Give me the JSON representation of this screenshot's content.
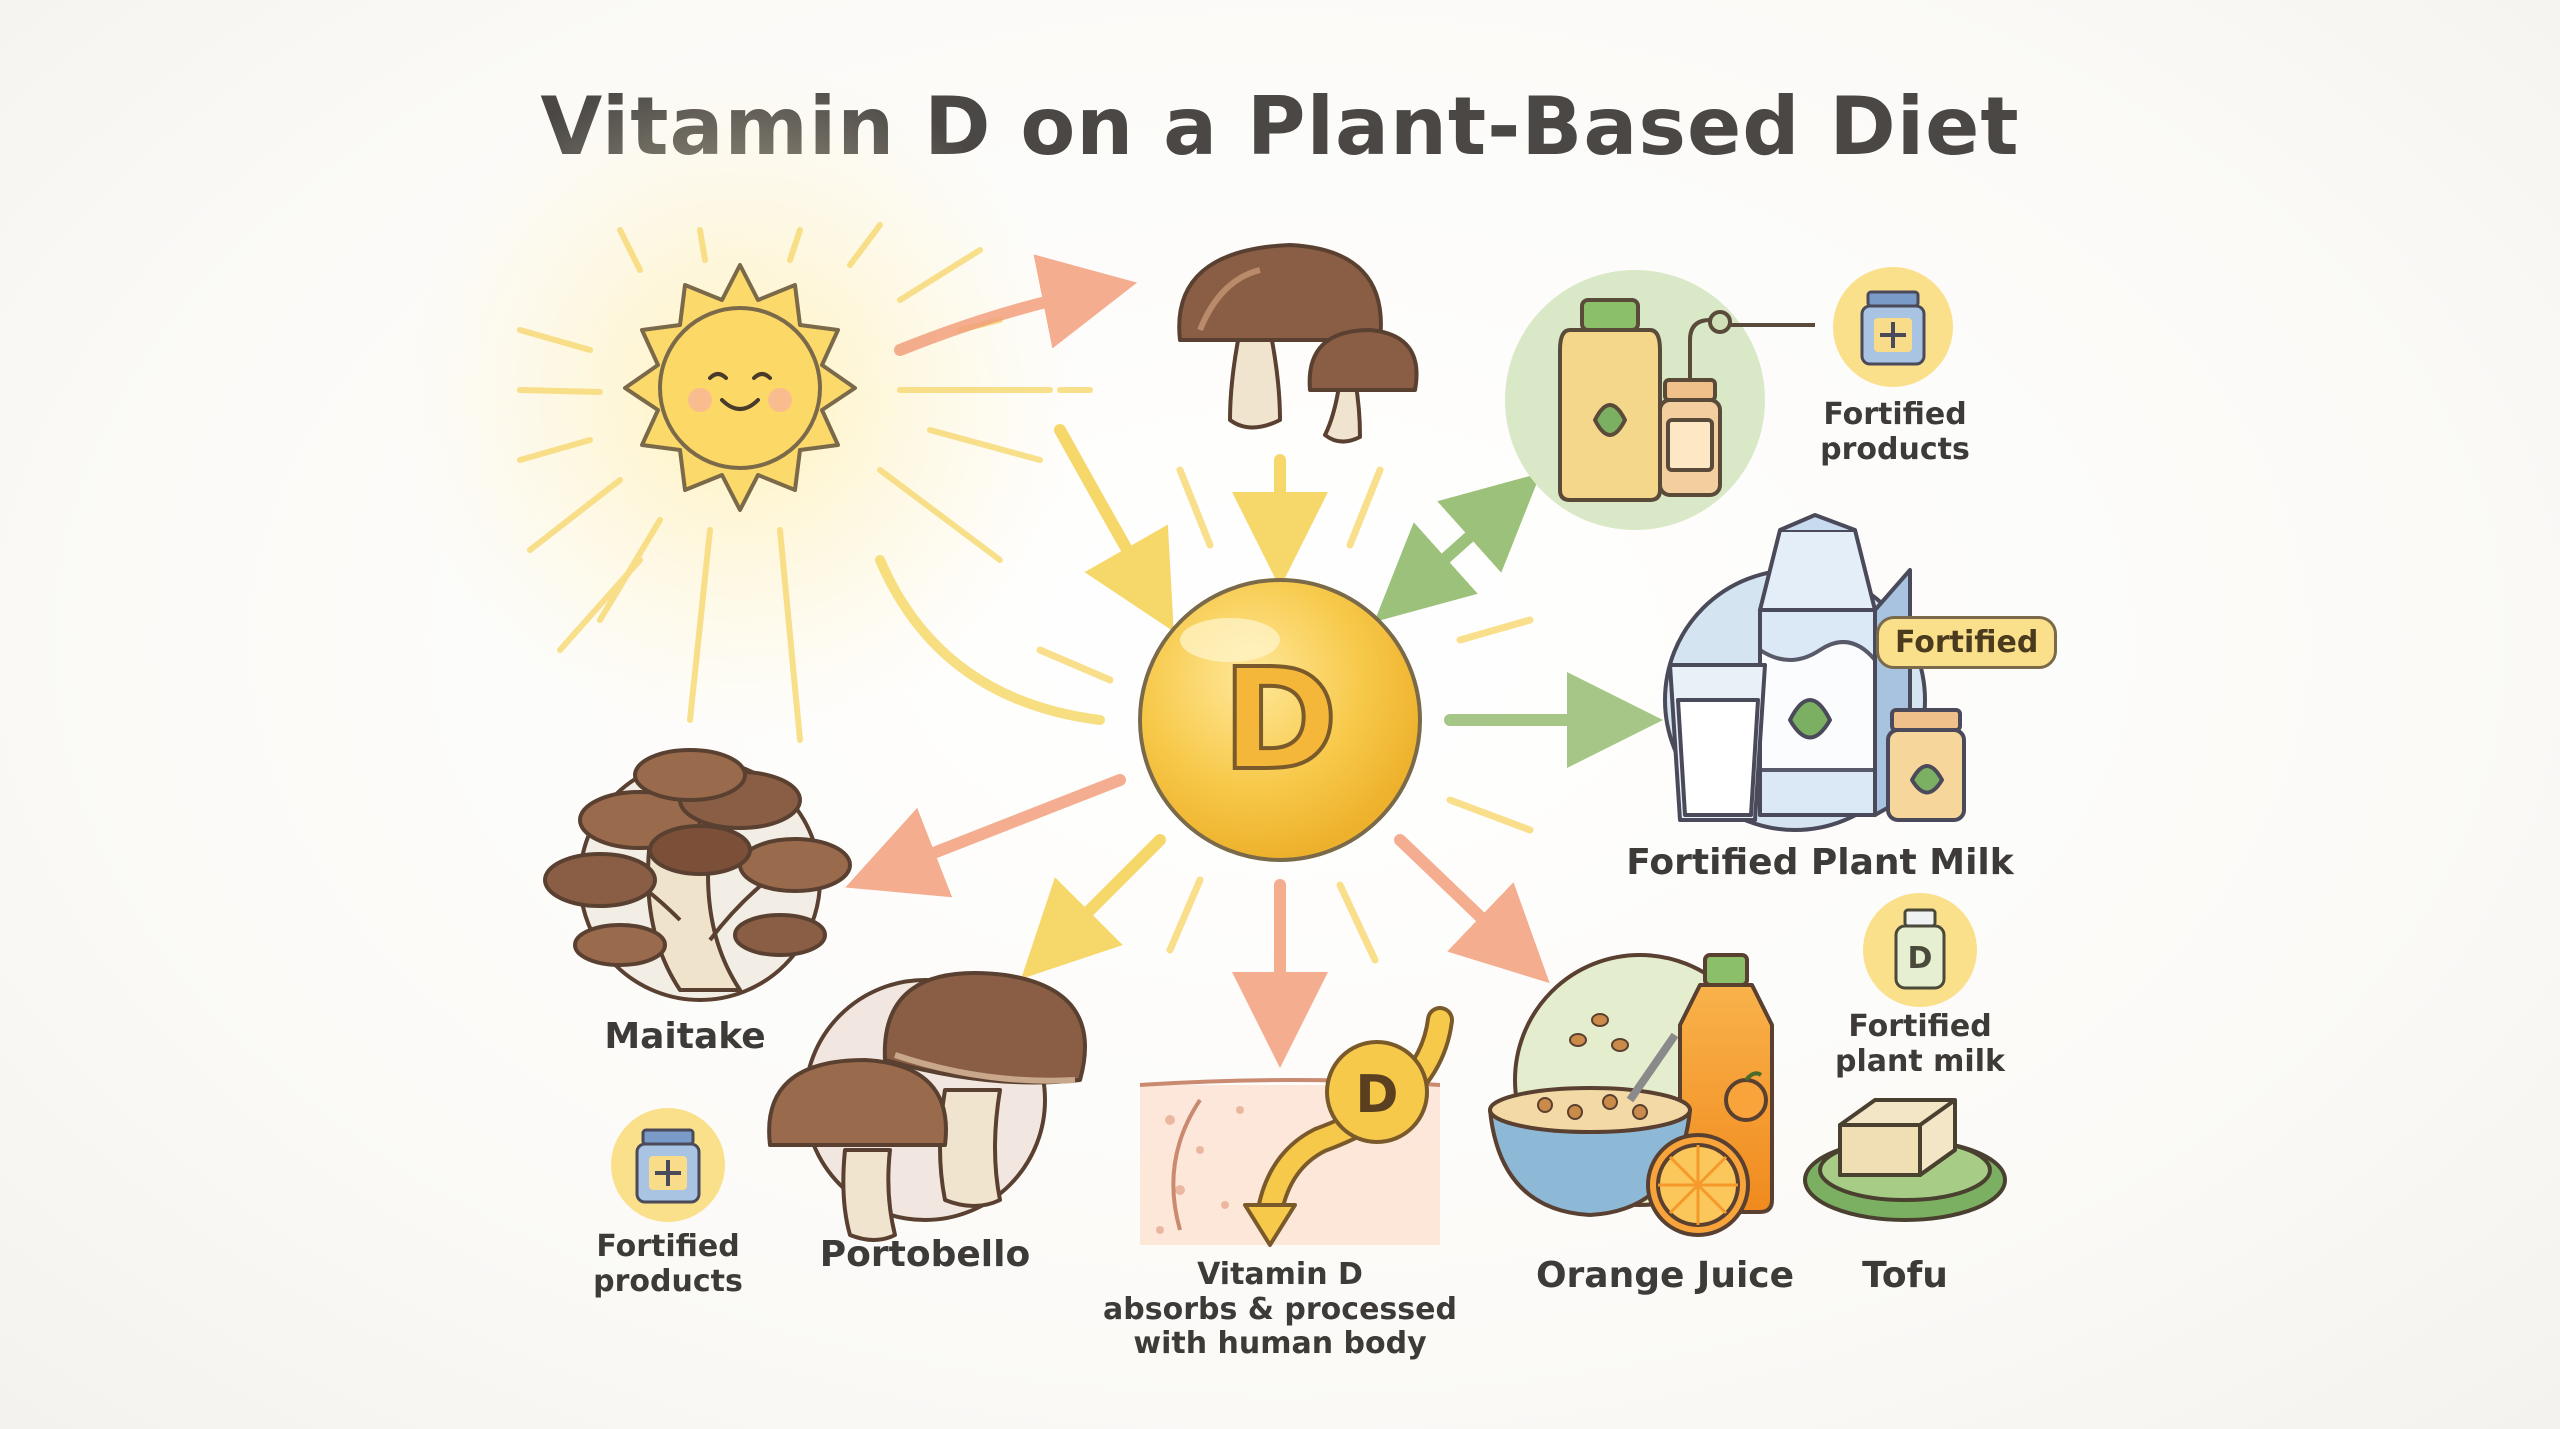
{
  "title": "Vitamin D on a Plant-Based Diet",
  "center_letter": "D",
  "labels": {
    "fortified_products_top": "Fortified\nproducts",
    "fortified_tag": "Fortified",
    "fortified_plant_milk_big": "Fortified Plant Milk",
    "maitake": "Maitake",
    "fortified_products_left": "Fortified\nproducts",
    "portobello": "Portobello",
    "body_caption": "Vitamin D\nabsorbs & processed\nwith human body",
    "fortified_plant_milk_small": "Fortified\nplant milk",
    "orange_juice": "Orange Juice",
    "tofu": "Tofu"
  },
  "icons": {
    "skin_d_letter": "D",
    "small_bottle_d_letter": "D"
  },
  "colors": {
    "sun": "#f8d35a",
    "vitamin": "#f7c94a",
    "arrow_orange": "#f3a07d",
    "arrow_yellow": "#f6d86a",
    "arrow_green": "#9cc17a",
    "mushroom_cap": "#8a5e44",
    "mushroom_stem": "#f1e4cf"
  }
}
